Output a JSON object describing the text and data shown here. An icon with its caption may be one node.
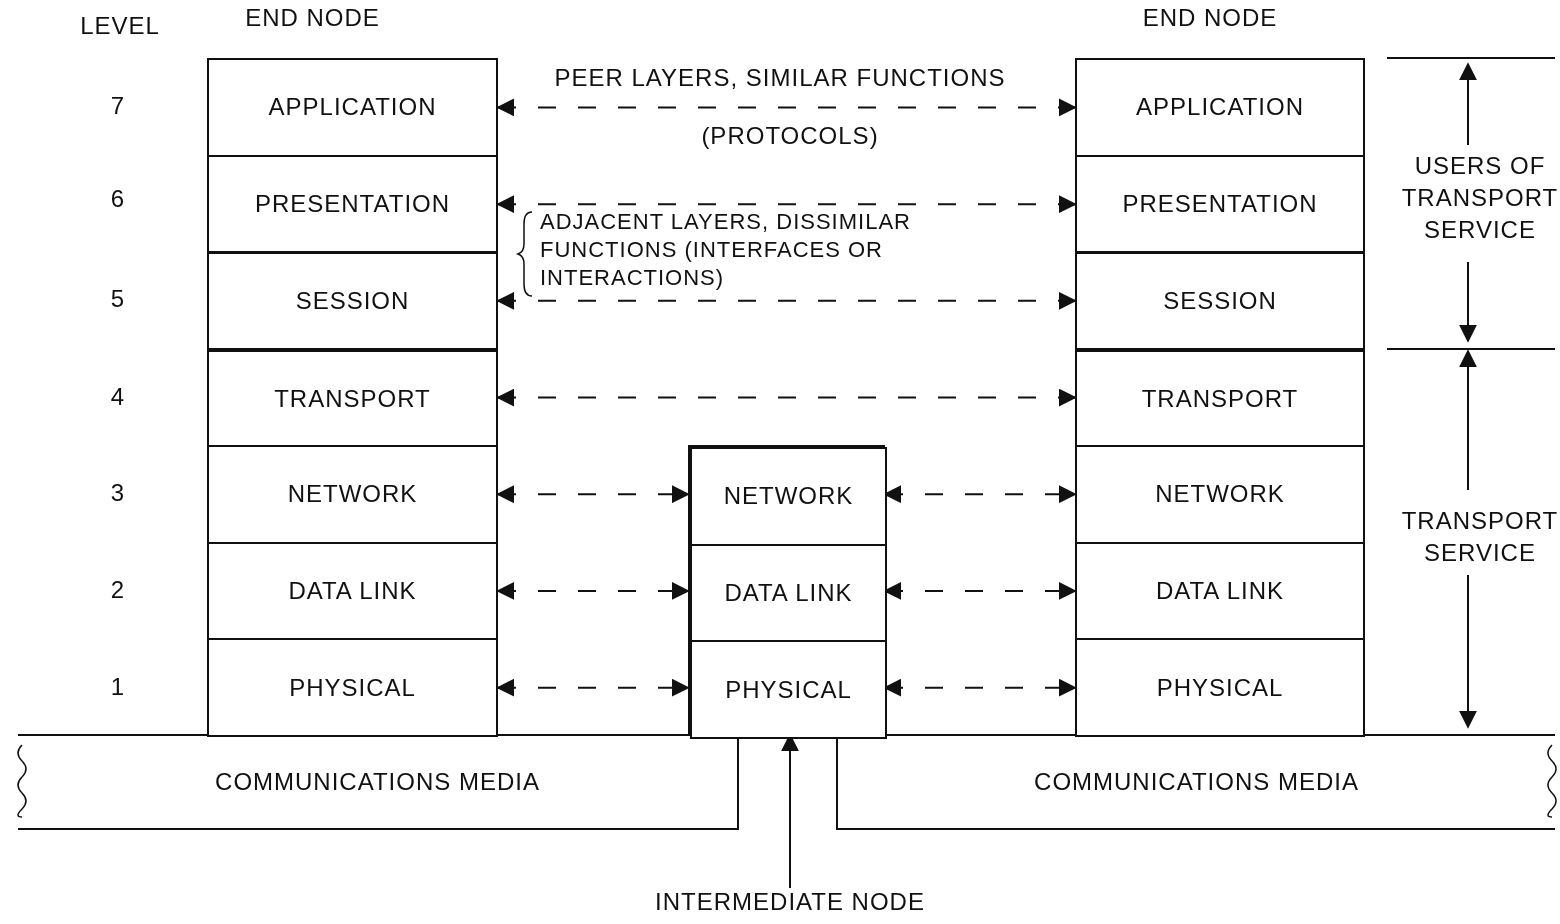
{
  "diagram": {
    "nodes": [
      {
        "text": [
          "END NODE"
        ]
      },
      {
        "text": [
          "APPLICATION"
        ],
        "in": 0
      },
      {
        "text": [
          "PRESENTATION"
        ],
        "in": 0
      },
      {
        "text": [
          "SESSION"
        ],
        "in": 0
      },
      {
        "text": [
          "TRANSPORT"
        ],
        "in": 0
      },
      {
        "text": [
          "NETWORK"
        ],
        "in": 0
      },
      {
        "text": [
          "DATA LINK"
        ],
        "in": 0
      },
      {
        "text": [
          "PHYSICAL"
        ],
        "in": 0
      },
      {
        "text": [
          "END NODE"
        ]
      },
      {
        "text": [
          "APPLICATION"
        ],
        "in": 8
      },
      {
        "text": [
          "PRESENTATION"
        ],
        "in": 8
      },
      {
        "text": [
          "SESSION"
        ],
        "in": 8
      },
      {
        "text": [
          "TRANSPORT"
        ],
        "in": 8
      },
      {
        "text": [
          "NETWORK"
        ],
        "in": 8
      },
      {
        "text": [
          "DATA LINK"
        ],
        "in": 8
      },
      {
        "text": [
          "PHYSICAL"
        ],
        "in": 8
      },
      {
        "text": [],
        "shape": "box"
      },
      {
        "text": [
          "NETWORK"
        ],
        "in": 16
      },
      {
        "text": [
          "DATA LINK"
        ],
        "in": 16
      },
      {
        "text": [
          "PHYSICAL"
        ],
        "in": 16
      },
      {
        "text": [
          "COMMUNICATIONS MEDIA"
        ]
      },
      {
        "text": [
          "COMMUNICATIONS MEDIA"
        ]
      },
      {
        "text": [
          "INTERMEDIATE NODE"
        ]
      }
    ],
    "edges": [
      {
        "from": 1,
        "to": 9,
        "arrow": "both",
        "style": "dashed"
      },
      {
        "from": 2,
        "to": 10,
        "arrow": "both",
        "style": "dashed"
      },
      {
        "from": 3,
        "to": 11,
        "arrow": "both",
        "style": "dashed"
      },
      {
        "from": 4,
        "to": 12,
        "arrow": "both",
        "style": "dashed"
      },
      {
        "from": 5,
        "to": 17,
        "arrow": "both",
        "style": "dashed"
      },
      {
        "from": 17,
        "to": 13,
        "arrow": "both",
        "style": "dashed"
      },
      {
        "from": 6,
        "to": 18,
        "arrow": "both",
        "style": "dashed"
      },
      {
        "from": 18,
        "to": 14,
        "arrow": "both",
        "style": "dashed"
      },
      {
        "from": 7,
        "to": 19,
        "arrow": "both",
        "style": "dashed"
      },
      {
        "from": 19,
        "to": 15,
        "arrow": "both",
        "style": "dashed"
      },
      {
        "from": 22,
        "to": 16,
        "arrow": "to"
      }
    ],
    "labels": [
      "LEVEL",
      "7",
      "6",
      "5",
      "4",
      "3",
      "2",
      "1",
      "PEER LAYERS, SIMILAR FUNCTIONS",
      "(PROTOCOLS)",
      "ADJACENT LAYERS, DISSIMILAR FUNCTIONS (INTERFACES OR INTERACTIONS)",
      "USERS OF TRANSPORT SERVICE",
      "TRANSPORT SERVICE"
    ]
  }
}
